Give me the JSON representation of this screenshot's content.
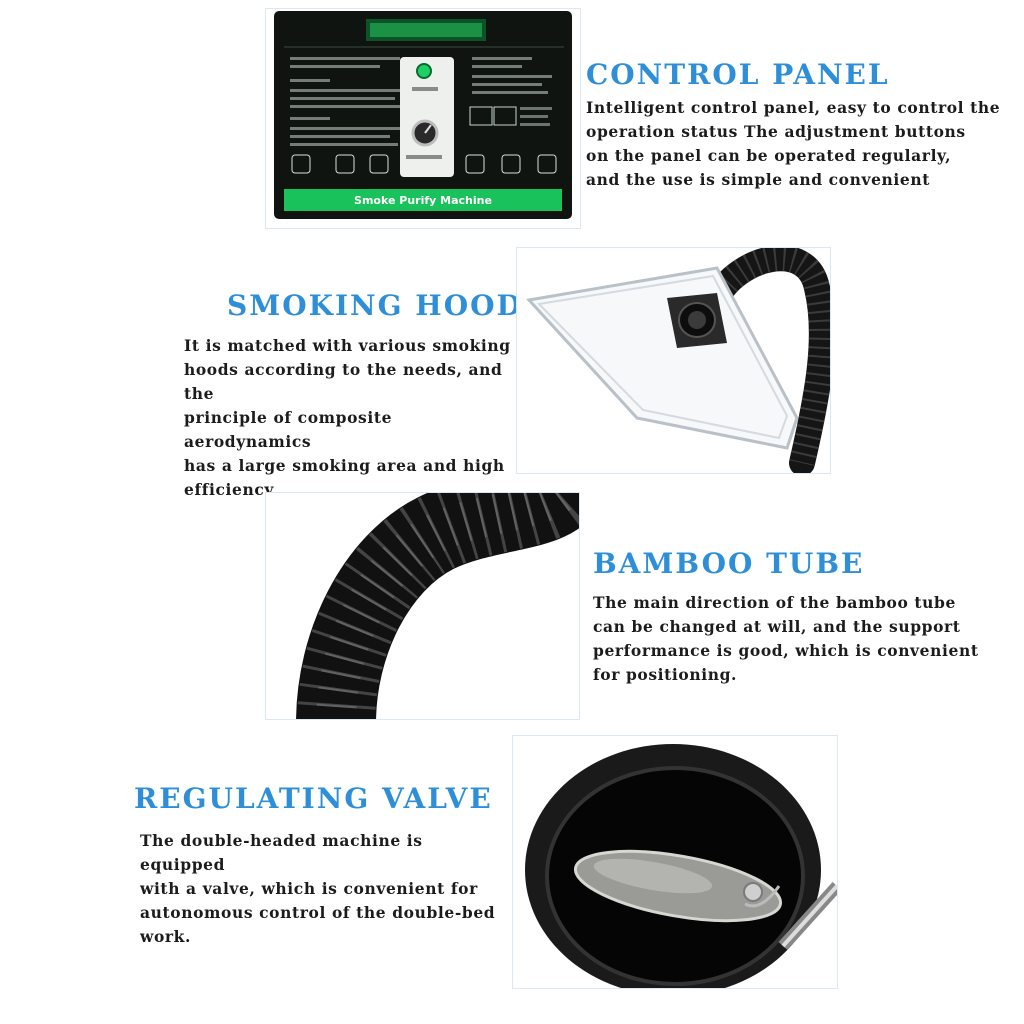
{
  "theme": {
    "accent": "#2e8fd8",
    "text": "#1c1c1c",
    "panel_green": "#19c25a",
    "panel_bg": "#0f1411"
  },
  "control_panel": {
    "heading": "CONTROL PANEL",
    "desc_lines": [
      "Intelligent control panel, easy to control the",
      "operation status The adjustment buttons",
      "on the panel can be operated regularly,",
      "and the use is simple and convenient"
    ],
    "panel_label": "Smoke Purify Machine"
  },
  "smoking_hood": {
    "heading": "SMOKING HOOD",
    "desc_lines": [
      "It is matched with various smoking",
      "hoods according to the needs, and the",
      "principle of composite aerodynamics",
      "has a large smoking area and high",
      "efficiency."
    ]
  },
  "bamboo_tube": {
    "heading": "BAMBOO TUBE",
    "desc_lines": [
      "The main direction of the bamboo tube",
      "can be changed at will, and the support",
      "performance is good, which is convenient",
      "for positioning."
    ]
  },
  "regulating_valve": {
    "heading": "REGULATING VALVE",
    "desc_lines": [
      "The double-headed machine is equipped",
      "with a valve, which is convenient for",
      "autonomous control of the double-bed",
      "work."
    ]
  }
}
